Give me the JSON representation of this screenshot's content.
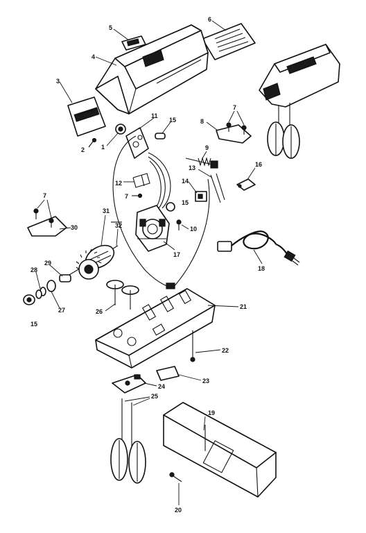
{
  "callouts": {
    "c5": "5",
    "c6": "6",
    "c4": "4",
    "c3": "3",
    "c11": "11",
    "c15a": "15",
    "c8": "8",
    "c7a": "7",
    "c2": "2",
    "c1": "1",
    "c9": "9",
    "c13": "13",
    "c16": "16",
    "c12": "12",
    "c14": "14",
    "c7b": "7",
    "c15b": "15",
    "c7c": "7",
    "c31": "31",
    "c32": "32",
    "c30": "30",
    "c10": "10",
    "c17": "17",
    "c18a": "18",
    "c28": "28",
    "c29": "29",
    "c26": "26",
    "c27": "27",
    "c15c": "15",
    "c21": "21",
    "c22": "22",
    "c24": "24",
    "c23": "23",
    "c25": "25",
    "c19": "19",
    "c20": "20"
  }
}
